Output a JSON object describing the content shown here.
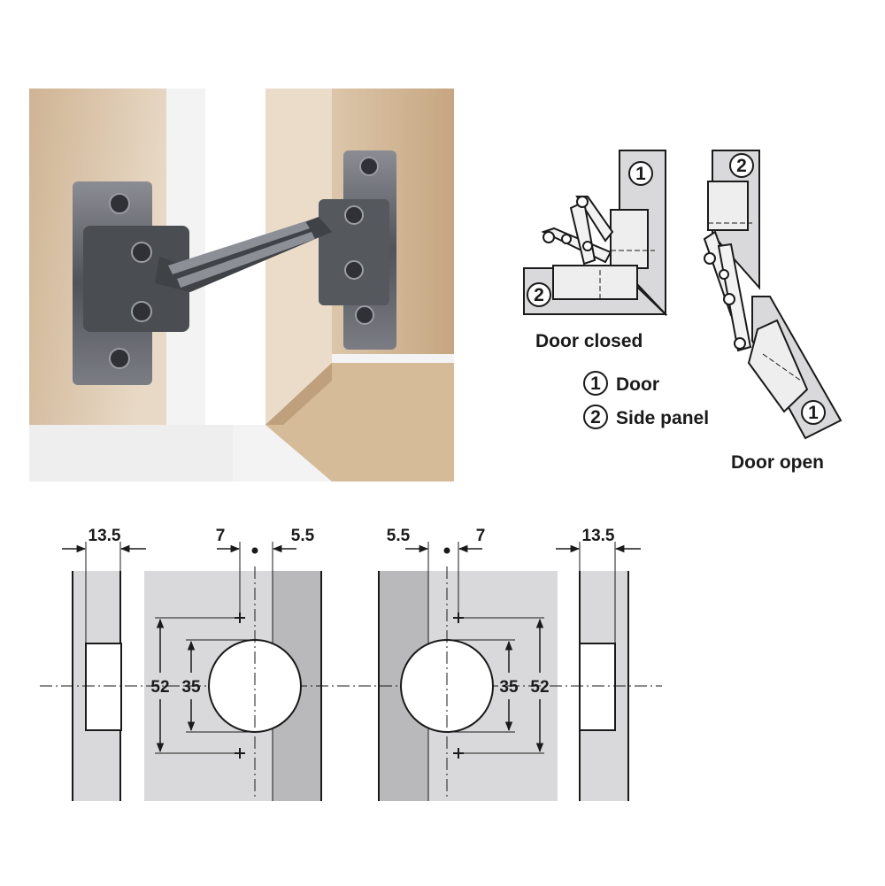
{
  "colors": {
    "panel_light": "#d9d9db",
    "panel_dark": "#b9b9bb",
    "line": "#1a1a1a",
    "wood_light": "#e6d6c2",
    "wood_dark": "#c9ab89",
    "metal": "#5f6268"
  },
  "diagram": {
    "door_closed_label": "Door closed",
    "door_open_label": "Door open",
    "legend": [
      {
        "num": "1",
        "label": "Door"
      },
      {
        "num": "2",
        "label": "Side panel"
      }
    ],
    "badges": {
      "door": "1",
      "side_panel": "2"
    }
  },
  "dimensions": {
    "left_panel_width": "13.5",
    "left_offset_a": "7",
    "left_offset_b": "5.5",
    "right_offset_b": "5.5",
    "right_offset_a": "7",
    "right_panel_width": "13.5",
    "left_height_outer": "52",
    "left_cup_diameter": "35",
    "right_cup_diameter": "35",
    "right_height_outer": "52"
  }
}
